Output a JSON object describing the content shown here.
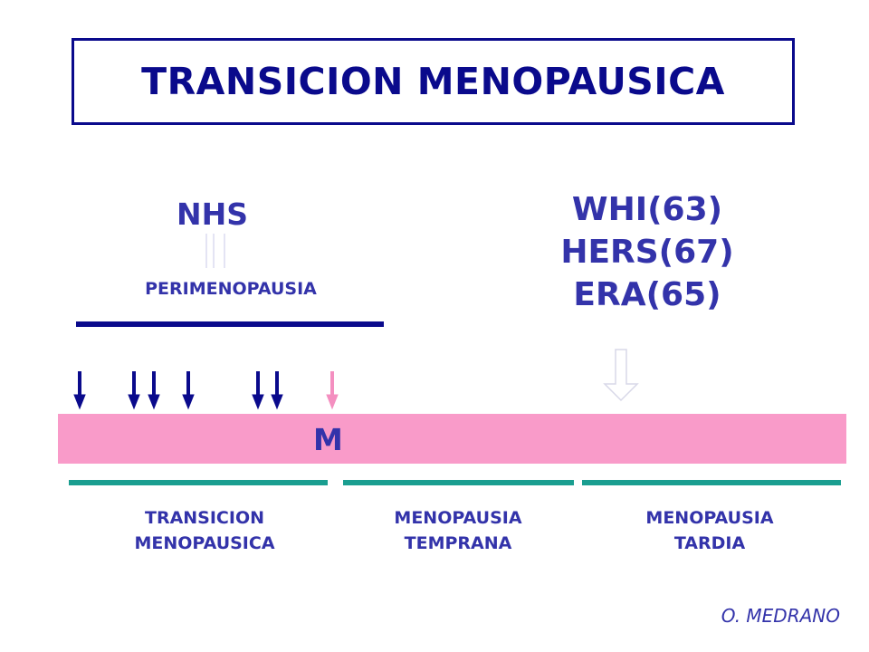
{
  "title": "TRANSICION MENOPAUSICA",
  "nhs_label": "NHS",
  "trials": [
    "WHI(63)",
    "HERS(67)",
    "ERA(65)"
  ],
  "perimenopause_label": "PERIMENOPAUSIA",
  "menopause_marker": "M",
  "phases": [
    {
      "line1": "TRANSICION",
      "line2": "MENOPAUSICA"
    },
    {
      "line1": "MENOPAUSIA",
      "line2": "TEMPRANA"
    },
    {
      "line1": "MENOPAUSIA",
      "line2": "TARDIA"
    }
  ],
  "author": "O. MEDRANO",
  "colors": {
    "navy": "#0a0a8c",
    "text": "#3333aa",
    "pink_band": "#f99bc9",
    "pink_arrow": "#f48fc0",
    "teal": "#1a9e90"
  }
}
